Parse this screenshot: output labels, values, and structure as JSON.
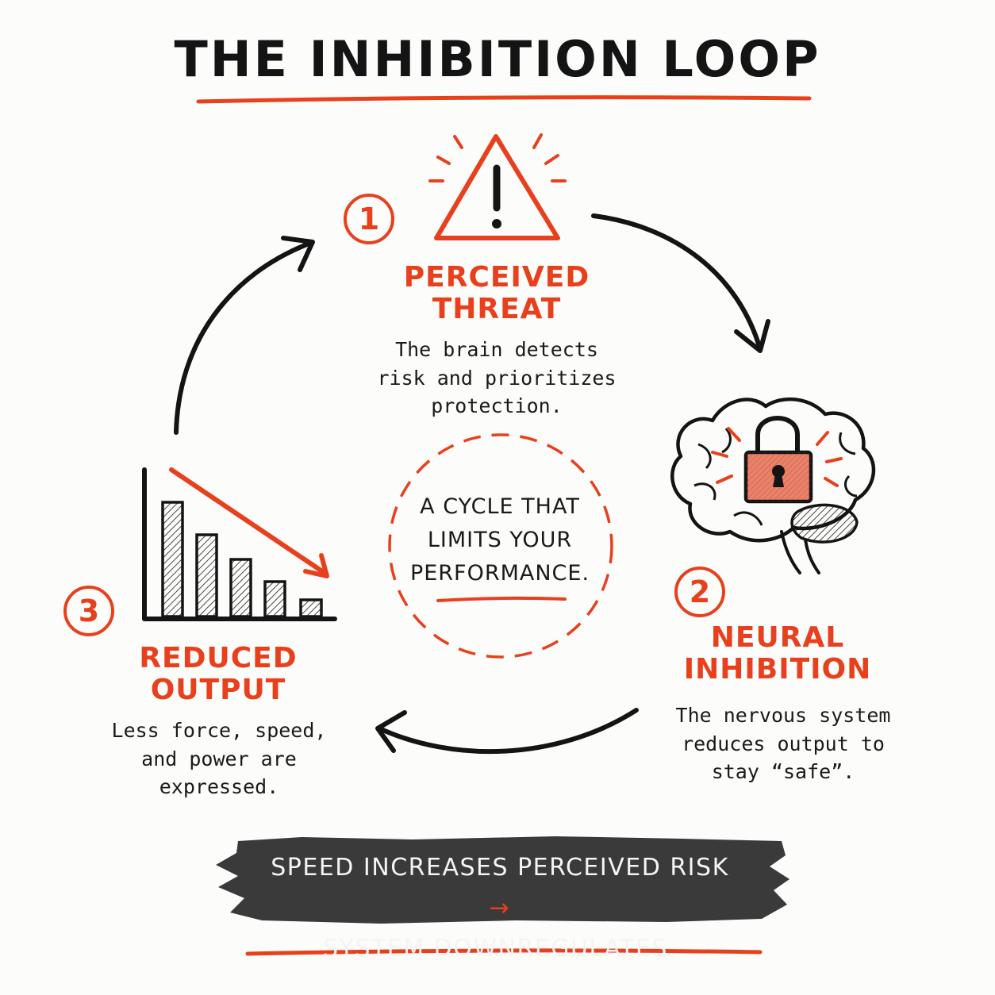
{
  "title": "THE INHIBITION LOOP",
  "steps": [
    {
      "number": "1",
      "title_line1": "PERCEIVED",
      "title_line2": "THREAT",
      "desc_lines": [
        "The brain detects",
        "risk and prioritizes",
        "protection."
      ],
      "icon": "warning-triangle-icon"
    },
    {
      "number": "2",
      "title_line1": "NEURAL",
      "title_line2": "INHIBITION",
      "desc_lines": [
        "The nervous system",
        "reduces output to",
        "stay “safe”."
      ],
      "icon": "brain-lock-icon"
    },
    {
      "number": "3",
      "title_line1": "REDUCED",
      "title_line2": "OUTPUT",
      "desc_lines": [
        "Less force, speed,",
        "and power are",
        "expressed."
      ],
      "icon": "declining-bar-chart-icon"
    }
  ],
  "center": {
    "lines": [
      "A CYCLE THAT",
      "LIMITS YOUR",
      "PERFORMANCE."
    ]
  },
  "banner": {
    "line1": "SPEED INCREASES PERCEIVED RISK",
    "arrow": "→",
    "line2": "SYSTEM DOWNREGULATES."
  },
  "colors": {
    "accent": "#e8401c",
    "ink": "#1a1a1a",
    "banner_bg": "#3a3a3a",
    "lock_fill": "#e9826a"
  }
}
